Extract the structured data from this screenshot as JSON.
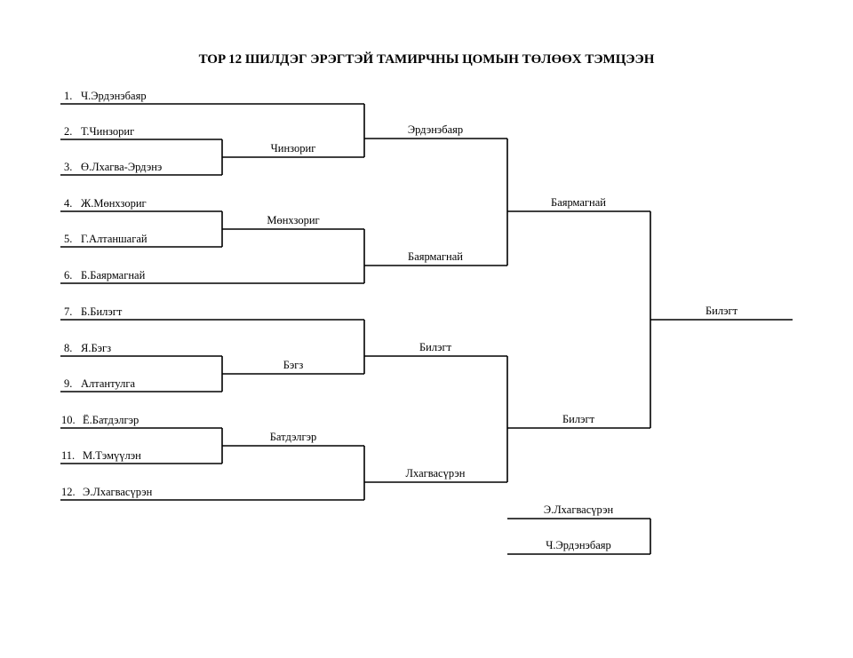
{
  "title": "TOP 12 ШИЛДЭГ ЭРЭГТЭЙ ТАМИРЧНЫ ЦОМЫН ТӨЛӨӨХ ТЭМЦЭЭН",
  "entrants": [
    {
      "seed": "1.",
      "name": "Ч.Эрдэнэбаяр"
    },
    {
      "seed": "2.",
      "name": "Т.Чинзориг"
    },
    {
      "seed": "3.",
      "name": "Ө.Лхагва-Эрдэнэ"
    },
    {
      "seed": "4.",
      "name": "Ж.Мөнхзориг"
    },
    {
      "seed": "5.",
      "name": "Г.Алтаншагай"
    },
    {
      "seed": "6.",
      "name": "Б.Баярмагнай"
    },
    {
      "seed": "7.",
      "name": "Б.Билэгт"
    },
    {
      "seed": "8.",
      "name": "Я.Бэгз"
    },
    {
      "seed": "9.",
      "name": "Алтантулга"
    },
    {
      "seed": "10.",
      "name": "Ё.Батдэлгэр"
    },
    {
      "seed": "11.",
      "name": "М.Тэмүүлэн"
    },
    {
      "seed": "12.",
      "name": "Э.Лхагвасүрэн"
    }
  ],
  "round1_winners": [
    "Чинзориг",
    "Мөнхзориг",
    "Бэгз",
    "Батдэлгэр"
  ],
  "quarterfinal_winners": [
    "Эрдэнэбаяр",
    "Баярмагнай",
    "Билэгт",
    "Лхагвасүрэн"
  ],
  "semifinal_winners": [
    "Баярмагнай",
    "Билэгт"
  ],
  "champion": "Билэгт",
  "third_place_match": [
    "Э.Лхагвасүрэн",
    "Ч.Эрдэнэбаяр"
  ]
}
